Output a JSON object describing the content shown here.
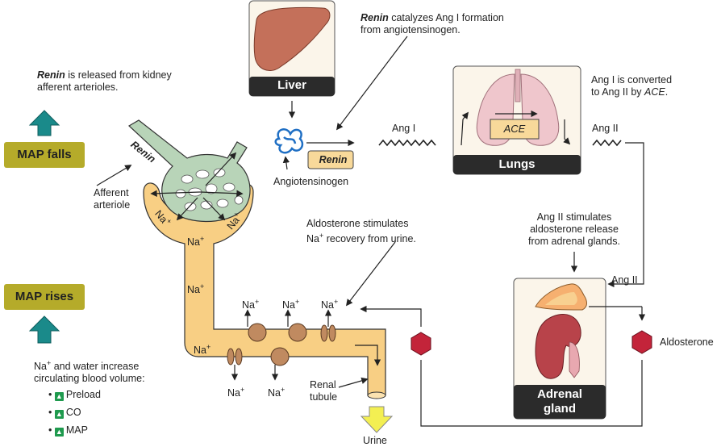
{
  "organs": {
    "liver": "Liver",
    "lungs": "Lungs",
    "adrenal": "Adrenal gland"
  },
  "enzymes": {
    "renin": "Renin",
    "ace": "ACE"
  },
  "molecules": {
    "angiotensinogen": "Angiotensinogen",
    "ang1": "Ang I",
    "ang2_lungs": "Ang II",
    "ang2_adrenal": "Ang II",
    "aldosterone": "Aldosterone",
    "na": "Na+"
  },
  "annotations": {
    "renin_release_em": "Renin",
    "renin_release_rest": " is released from kidney",
    "renin_release_line2": "afferent arterioles.",
    "renin_catalyzes_em": "Renin",
    "renin_catalyzes_rest": " catalyzes Ang I formation",
    "renin_catalyzes_line2": "from angiotensinogen.",
    "ang_converted_line1": "Ang I is converted",
    "ang_converted_line2_pre": "to Ang II by ",
    "ang_converted_em": "ACE",
    "ang_converted_post": ".",
    "ang2_stim_line1": "Ang II stimulates",
    "ang2_stim_line2": "aldosterone release",
    "ang2_stim_line3": "from adrenal glands.",
    "aldo_stim_line1": "Aldosterone stimulates",
    "aldo_stim_line2": "Na+ recovery from urine.",
    "afferent_line1": "Afferent",
    "afferent_line2": "arteriole",
    "tubule_line1": "Renal",
    "tubule_line2": "tubule",
    "urine": "Urine"
  },
  "map": {
    "falls": "MAP falls",
    "rises": "MAP rises",
    "effect_line1": "Na+ and water increase",
    "effect_line2": "circulating blood volume:",
    "bullets": [
      "Preload",
      "CO",
      "MAP"
    ]
  },
  "colors": {
    "dark_label": "#2b2b2b",
    "map_box": "#b5ab2a",
    "teal_arrow": "#1a8a8a",
    "tubule": "#f8cf84",
    "arteriole": "#b8d4b8",
    "liver": "#c4705a",
    "aldosterone_hex": "#c3243a",
    "green_bullet": "#1f9a4e"
  }
}
